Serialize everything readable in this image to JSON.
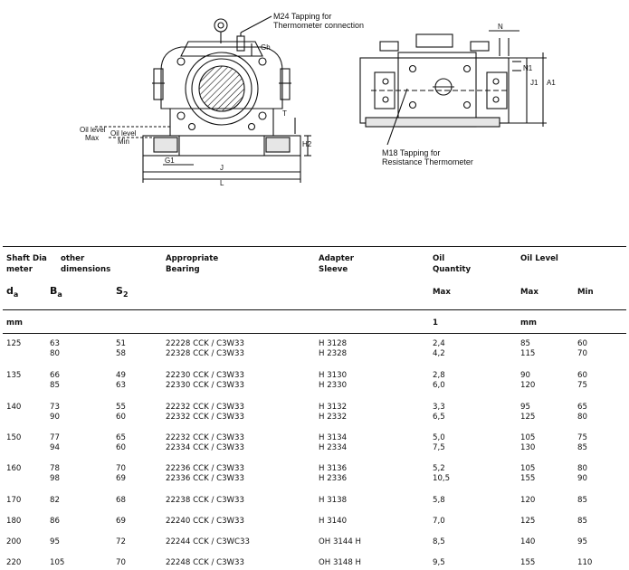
{
  "drawing": {
    "label_m24": "M24 Tapping for",
    "label_thermo": "Thermometer connection",
    "label_m18": "M18 Tapping for",
    "label_resist": "Resistance Thermometer",
    "label_oil_level": "Oil level",
    "label_max": "Max",
    "label_oil_level2": "Oil level",
    "label_min": "Min",
    "dim_gh": "Gh",
    "dim_t": "T",
    "dim_h2": "H2",
    "dim_g1": "G1",
    "dim_j": "J",
    "dim_l": "L",
    "dim_n": "N",
    "dim_n1": "N1",
    "dim_j1": "J1",
    "dim_a1": "A1"
  },
  "table": {
    "headers": {
      "shaft_l1": "Shaft Dia",
      "shaft_l2": "meter",
      "other_l1": "other",
      "other_l2": "dimensions",
      "bearing_l1": "Appropriate",
      "bearing_l2": "Bearing",
      "sleeve_l1": "Adapter",
      "sleeve_l2": "Sleeve",
      "oilq_l1": "Oil",
      "oilq_l2": "Quantity",
      "oill_l1": "Oil Level"
    },
    "symbols": {
      "da_base": "d",
      "da_sub": "a",
      "ba_base": "B",
      "ba_sub": "a",
      "s2_base": "S",
      "s2_sub": "2",
      "max_q": "Max",
      "max_l": "Max",
      "min_l": "Min"
    },
    "units": {
      "shaft": "mm",
      "oil": "1",
      "level": "mm"
    },
    "rows": [
      {
        "d": "125",
        "b": [
          "63",
          "80"
        ],
        "s": [
          "51",
          "58"
        ],
        "bearing": [
          "22228 CCK / C3W33",
          "22328 CCK / C3W33"
        ],
        "sleeve": [
          "H 3128",
          "H 2328"
        ],
        "oil": [
          "2,4",
          "4,2"
        ],
        "max": [
          "85",
          "115"
        ],
        "min": [
          "60",
          "70"
        ]
      },
      {
        "d": "135",
        "b": [
          "66",
          "85"
        ],
        "s": [
          "49",
          "63"
        ],
        "bearing": [
          "22230 CCK / C3W33",
          "22330 CCK / C3W33"
        ],
        "sleeve": [
          "H 3130",
          "H 2330"
        ],
        "oil": [
          "2,8",
          "6,0"
        ],
        "max": [
          "90",
          "120"
        ],
        "min": [
          "60",
          "75"
        ]
      },
      {
        "d": "140",
        "b": [
          "73",
          "90"
        ],
        "s": [
          "55",
          "60"
        ],
        "bearing": [
          "22232 CCK / C3W33",
          "22332 CCK / C3W33"
        ],
        "sleeve": [
          "H 3132",
          "H 2332"
        ],
        "oil": [
          "3,3",
          "6,5"
        ],
        "max": [
          "95",
          "125"
        ],
        "min": [
          "65",
          "80"
        ]
      },
      {
        "d": "150",
        "b": [
          "77",
          "94"
        ],
        "s": [
          "65",
          "60"
        ],
        "bearing": [
          "22232 CCK / C3W33",
          "22334 CCK / C3W33"
        ],
        "sleeve": [
          "H 3134",
          "H 2334"
        ],
        "oil": [
          "5,0",
          "7,5"
        ],
        "max": [
          "105",
          "130"
        ],
        "min": [
          "75",
          "85"
        ]
      },
      {
        "d": "160",
        "b": [
          "78",
          "98"
        ],
        "s": [
          "70",
          "69"
        ],
        "bearing": [
          "22236 CCK / C3W33",
          "22336 CCK / C3W33"
        ],
        "sleeve": [
          "H 3136",
          "H 2336"
        ],
        "oil": [
          "5,2",
          "10,5"
        ],
        "max": [
          "105",
          "155"
        ],
        "min": [
          "80",
          "90"
        ]
      },
      {
        "d": "170",
        "b": [
          "82"
        ],
        "s": [
          "68"
        ],
        "bearing": [
          "22238 CCK / C3W33"
        ],
        "sleeve": [
          "H 3138"
        ],
        "oil": [
          "5,8"
        ],
        "max": [
          "120"
        ],
        "min": [
          "85"
        ]
      },
      {
        "d": "180",
        "b": [
          "86"
        ],
        "s": [
          "69"
        ],
        "bearing": [
          "22240 CCK / C3W33"
        ],
        "sleeve": [
          "H 3140"
        ],
        "oil": [
          "7,0"
        ],
        "max": [
          "125"
        ],
        "min": [
          "85"
        ]
      },
      {
        "d": "200",
        "b": [
          "95"
        ],
        "s": [
          "72"
        ],
        "bearing": [
          "22244 CCK / C3WC33"
        ],
        "sleeve": [
          "OH 3144 H"
        ],
        "oil": [
          "8,5"
        ],
        "max": [
          "140"
        ],
        "min": [
          "95"
        ]
      },
      {
        "d": "220",
        "b": [
          "105"
        ],
        "s": [
          "70"
        ],
        "bearing": [
          "22248 CCK / C3W33"
        ],
        "sleeve": [
          "OH 3148 H"
        ],
        "oil": [
          "9,5"
        ],
        "max": [
          "155"
        ],
        "min": [
          "110"
        ]
      }
    ]
  }
}
